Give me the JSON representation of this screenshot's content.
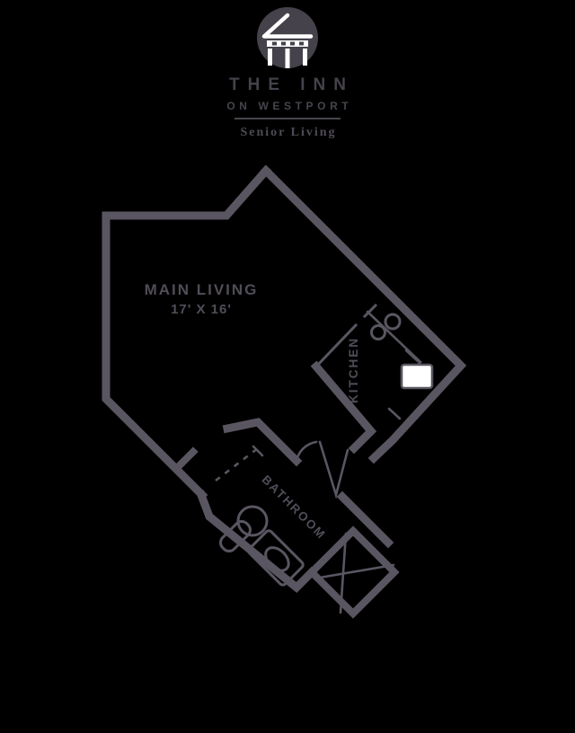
{
  "brand": {
    "line1": "THE INN",
    "line2": "ON WESTPORT",
    "tagline": "Senior Living",
    "logo_icon": "gazebo-icon"
  },
  "floor_plan": {
    "rooms": [
      {
        "name": "MAIN LIVING",
        "dimensions": "17' X 16'"
      },
      {
        "name": "KITCHEN"
      },
      {
        "name": "BATHROOM"
      }
    ],
    "fixtures": [
      "kitchen-sink-icon",
      "refrigerator-icon",
      "toilet-icon",
      "vanity-sink-icon",
      "shower-icon",
      "door-swing-icon"
    ]
  },
  "colors": {
    "background": "#000000",
    "wall": "#5a5661",
    "label": "#514d57",
    "logo": "#45424b",
    "logo-dim": "#47444d",
    "tagline": "#4f4b55",
    "fixture_fill": "#ffffff"
  }
}
